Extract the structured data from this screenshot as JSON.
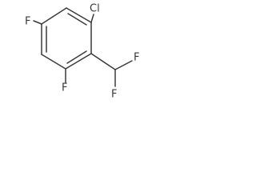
{
  "molecule": {
    "atoms": {
      "cl": "Cl",
      "f_ring_top_left": "F",
      "f_ring_bottom": "F",
      "f_chain_top": "F",
      "f_chain_bottom": "F"
    }
  }
}
